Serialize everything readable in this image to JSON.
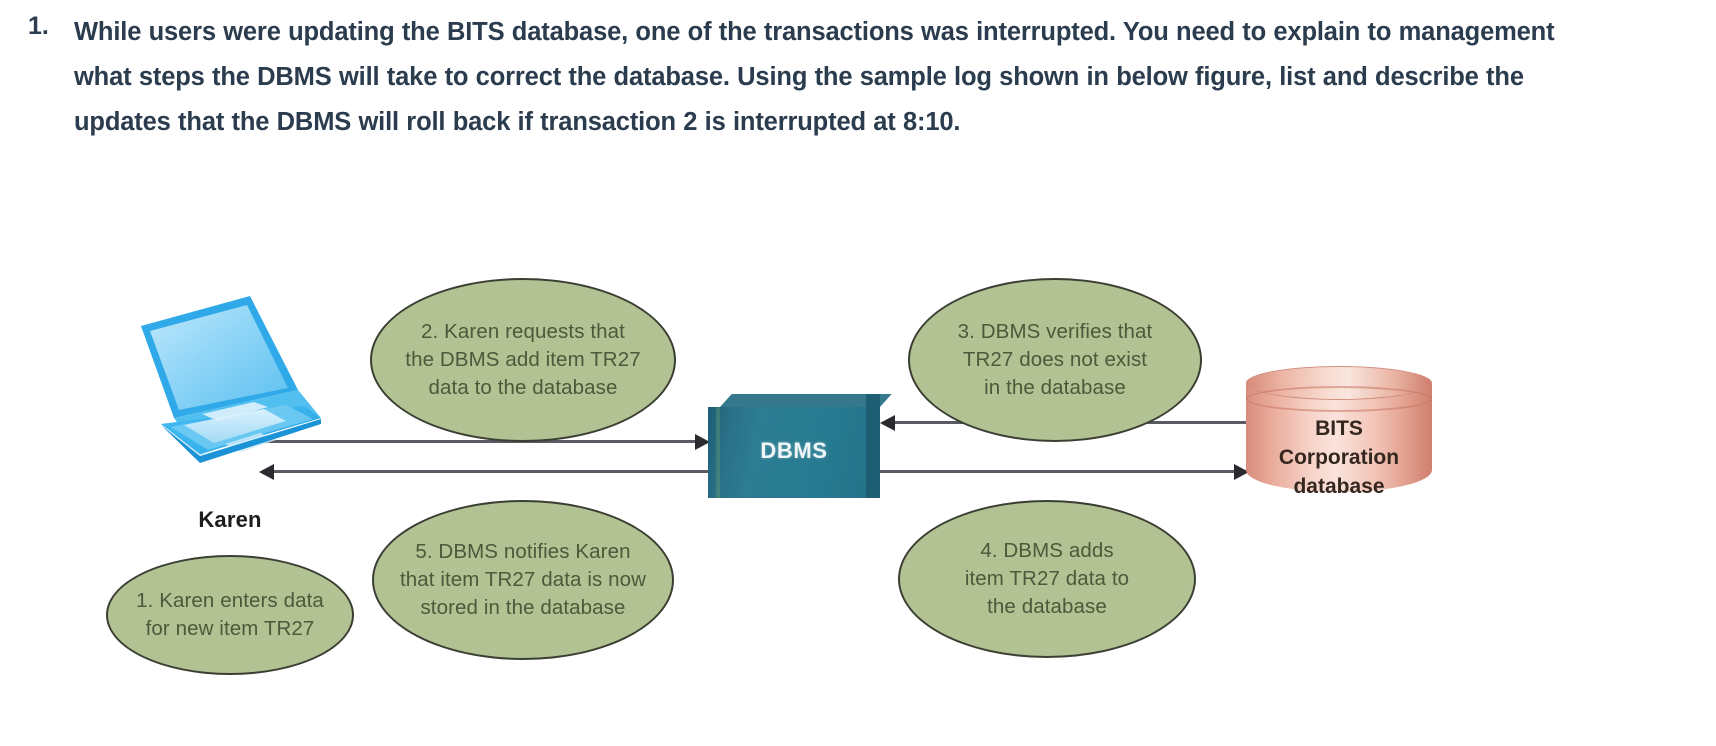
{
  "question": {
    "number": "1.",
    "text": "While users were updating the BITS database, one of the transactions was interrupted. You need to explain to management what steps the DBMS will take to correct the database. Using the sample log shown in below figure, list and describe the updates that the DBMS will roll back if transaction 2 is interrupted at 8:10."
  },
  "diagram": {
    "actor_label": "Karen",
    "laptop_icon": "laptop-icon",
    "dbms_label": "DBMS",
    "database_label": "BITS\nCorporation\ndatabase",
    "colors": {
      "callout_fill": "#b2c293",
      "callout_border": "#3b3f33",
      "callout_text": "#4a5a3a",
      "dbms_fill": "#2c7c92",
      "dbms_side": "#1f5d72",
      "database_fill": "#f2c3b5",
      "arrow": "#5a5a62",
      "laptop": "#3cb3ef",
      "question_text": "#2b3c4e"
    },
    "callouts": [
      {
        "id": 1,
        "text": "1. Karen enters data\nfor new item TR27"
      },
      {
        "id": 2,
        "text": "2. Karen requests that\nthe DBMS add item TR27\ndata to the database"
      },
      {
        "id": 3,
        "text": "3. DBMS verifies that\nTR27 does not exist\nin the database"
      },
      {
        "id": 4,
        "text": "4. DBMS adds\nitem TR27 data to\nthe database"
      },
      {
        "id": 5,
        "text": "5. DBMS notifies Karen\nthat item TR27 data is now\nstored in the database"
      }
    ],
    "arrows": [
      {
        "name": "laptop-to-dbms",
        "direction": "right"
      },
      {
        "name": "dbms-to-laptop",
        "direction": "left"
      },
      {
        "name": "database-to-dbms",
        "direction": "left"
      },
      {
        "name": "dbms-to-database",
        "direction": "right"
      }
    ]
  }
}
